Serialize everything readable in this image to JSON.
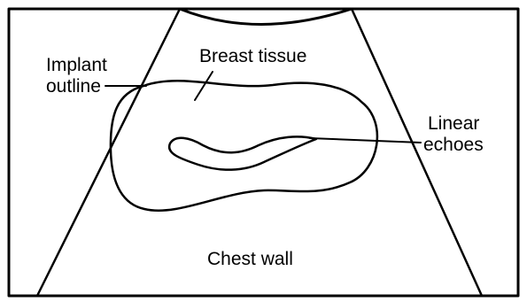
{
  "diagram": {
    "labels": {
      "breast_tissue": "Breast tissue",
      "implant_outline_line1": "Implant",
      "implant_outline_line2": "outline",
      "linear_echoes_line1": "Linear",
      "linear_echoes_line2": "echoes",
      "chest_wall": "Chest wall"
    },
    "colors": {
      "stroke": "#000000",
      "background": "#ffffff"
    }
  }
}
